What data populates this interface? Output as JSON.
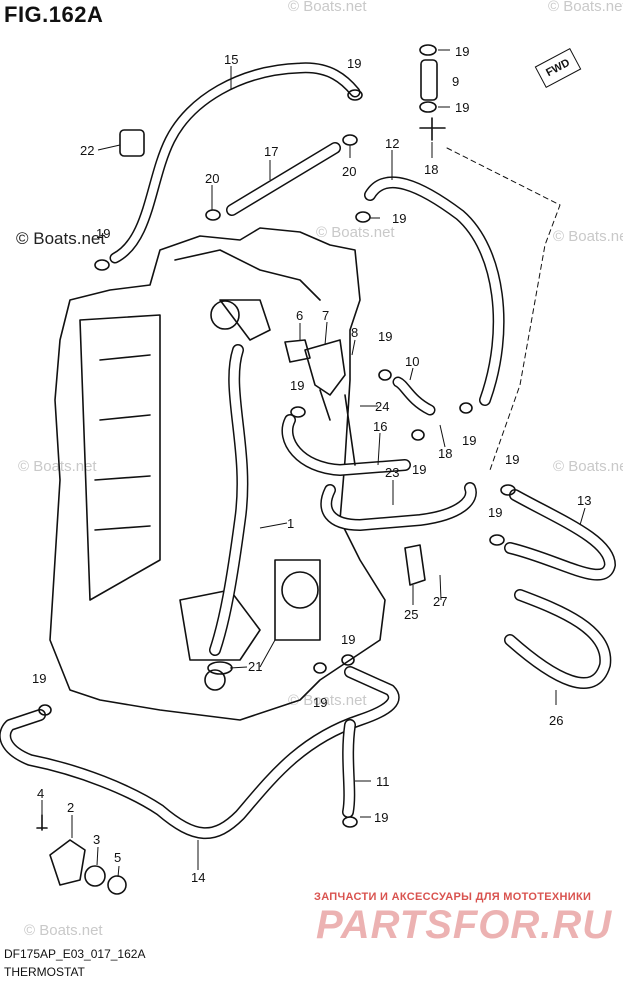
{
  "figure": {
    "title": "FIG.162A",
    "code": "DF175AP_E03_017_162A",
    "section": "THERMOSTAT",
    "fwd_label": "FWD"
  },
  "watermarks": [
    "© Boats.net",
    "© Boats.net",
    "© Boats.net",
    "© Boats.net",
    "© Boats.net",
    "© Boats.net",
    "© Boats.net",
    "© Boats.net",
    "© Boats.net"
  ],
  "shop": {
    "tagline": "ЗАПЧАСТИ И АКСЕССУАРЫ ДЛЯ МОТОТЕХНИКИ",
    "logo": "PARTSFOR.RU"
  },
  "callouts": [
    "15",
    "19",
    "9",
    "19",
    "22",
    "17",
    "20",
    "20",
    "12",
    "18",
    "19",
    "19",
    "6",
    "7",
    "8",
    "19",
    "10",
    "19",
    "24",
    "16",
    "18",
    "19",
    "1",
    "23",
    "19",
    "13",
    "19",
    "25",
    "27",
    "21",
    "19",
    "19",
    "19",
    "26",
    "11",
    "19",
    "4",
    "2",
    "3",
    "5",
    "14"
  ]
}
